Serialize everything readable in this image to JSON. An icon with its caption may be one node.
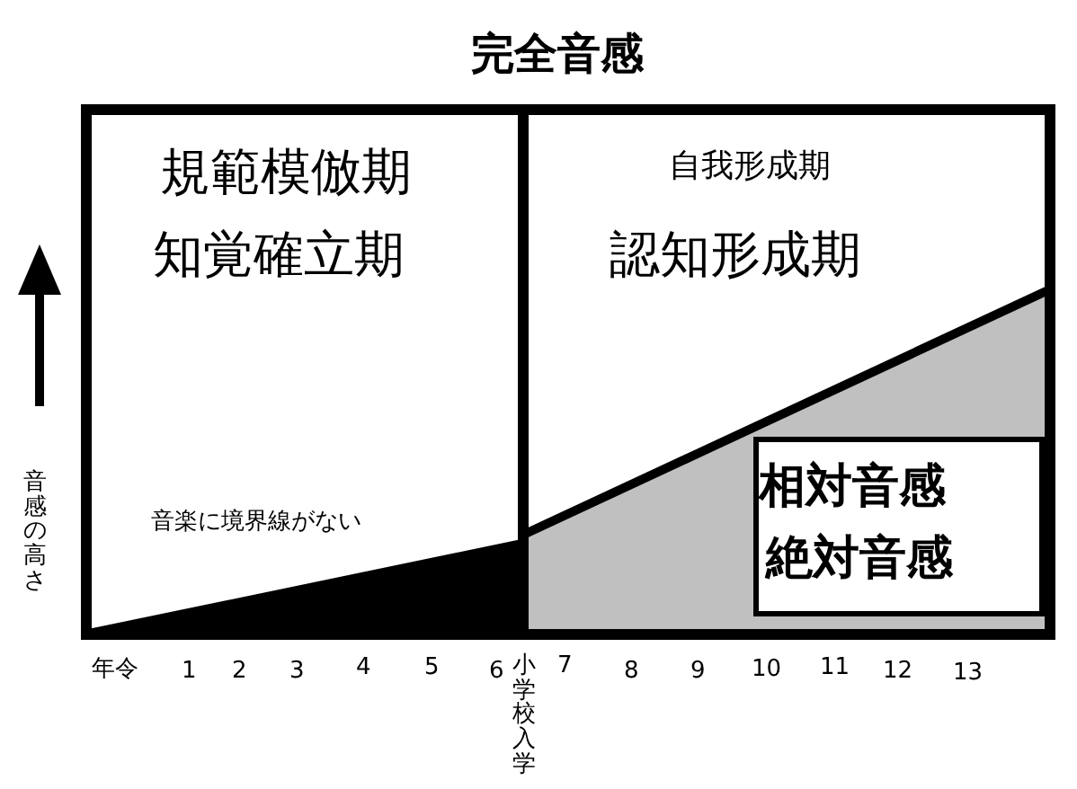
{
  "diagram": {
    "title": "完全音感",
    "nodes": [
      {
        "text": [
          "規範模倣期",
          "知覚確立期",
          "音楽に境界線がない"
        ]
      },
      {
        "text": [
          "自我形成期",
          "認知形成期"
        ]
      },
      {
        "text": [
          "相対音感",
          "絶対音感"
        ],
        "in": 1
      }
    ],
    "edges": [],
    "labels": [
      "音感の高さ",
      "年令",
      "1",
      "2",
      "3",
      "4",
      "5",
      "6",
      "小学校入学",
      "7",
      "8",
      "9",
      "10",
      "11",
      "12",
      "13"
    ]
  }
}
